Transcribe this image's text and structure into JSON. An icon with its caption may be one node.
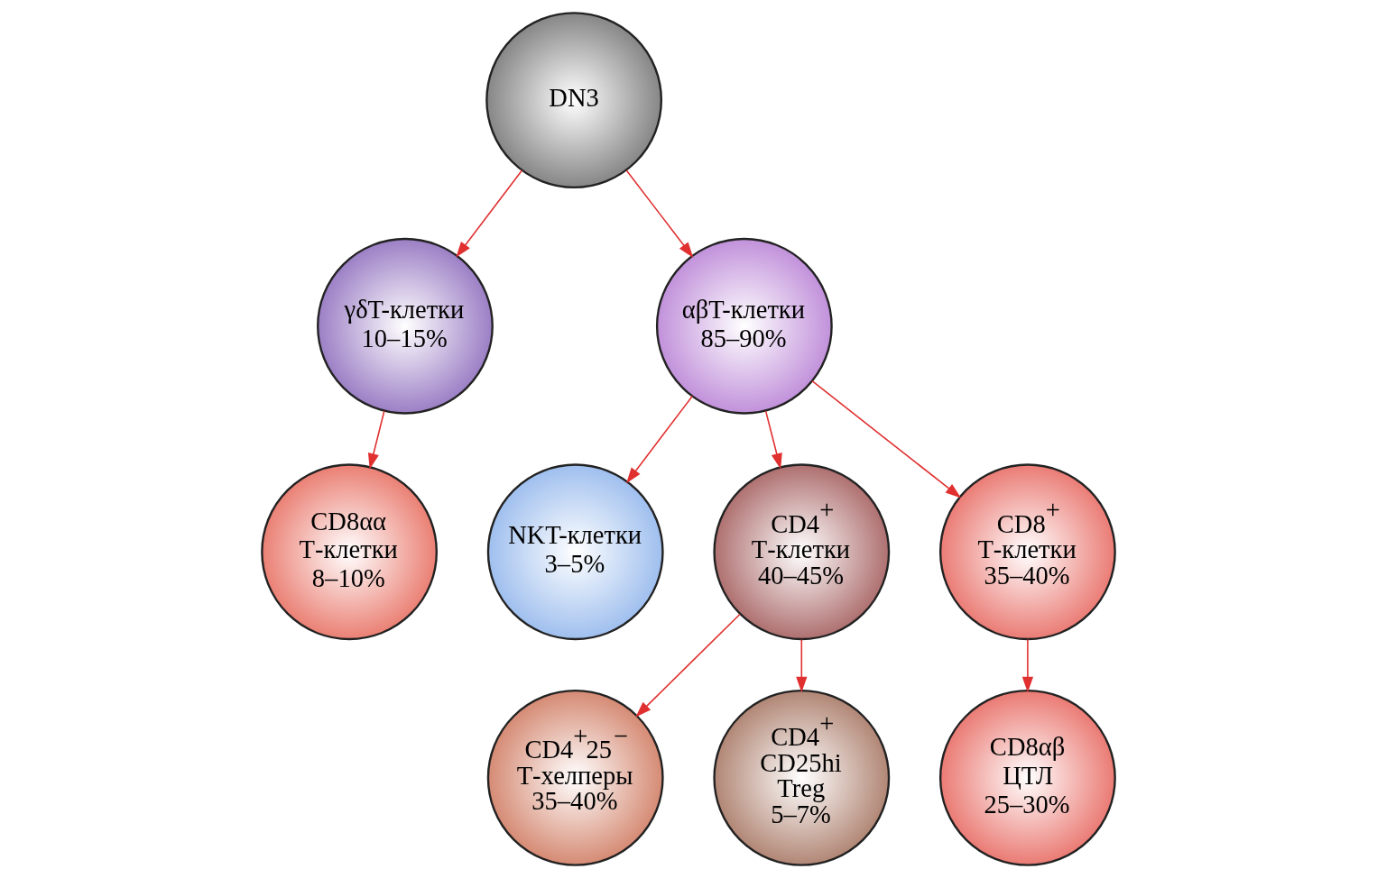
{
  "diagram": {
    "nodes": [
      {
        "text": [
          "DN3"
        ]
      },
      {
        "text": [
          "γδT-клетки",
          "10–15%"
        ]
      },
      {
        "text": [
          "αβT-клетки",
          "85–90%"
        ]
      },
      {
        "text": [
          "CD8αα Т-клетки",
          "8–10%"
        ]
      },
      {
        "text": [
          "NKT-клетки",
          "3–5%"
        ]
      },
      {
        "text": [
          "CD4$^{+}$ Т-клетки",
          "40–45%"
        ]
      },
      {
        "text": [
          "CD8$^{+}$ Т-клетки",
          "35–40%"
        ]
      },
      {
        "text": [
          "CD4$^{+}$25$^{−}$ Т-хелперы",
          "35–40%"
        ]
      },
      {
        "text": [
          "CD4$^{+}$ CD25hi Treg",
          "5–7%"
        ]
      },
      {
        "text": [
          "CD8αβ ЦТЛ",
          "25–30%"
        ]
      }
    ],
    "edges": [
      {
        "from": 0,
        "to": 1,
        "arrow": "to"
      },
      {
        "from": 0,
        "to": 2,
        "arrow": "to"
      },
      {
        "from": 1,
        "to": 3,
        "arrow": "to"
      },
      {
        "from": 2,
        "to": 4,
        "arrow": "to"
      },
      {
        "from": 2,
        "to": 5,
        "arrow": "to"
      },
      {
        "from": 2,
        "to": 6,
        "arrow": "to"
      },
      {
        "from": 5,
        "to": 7,
        "arrow": "to"
      },
      {
        "from": 5,
        "to": 8,
        "arrow": "to"
      },
      {
        "from": 6,
        "to": 9,
        "arrow": "to"
      }
    ]
  }
}
